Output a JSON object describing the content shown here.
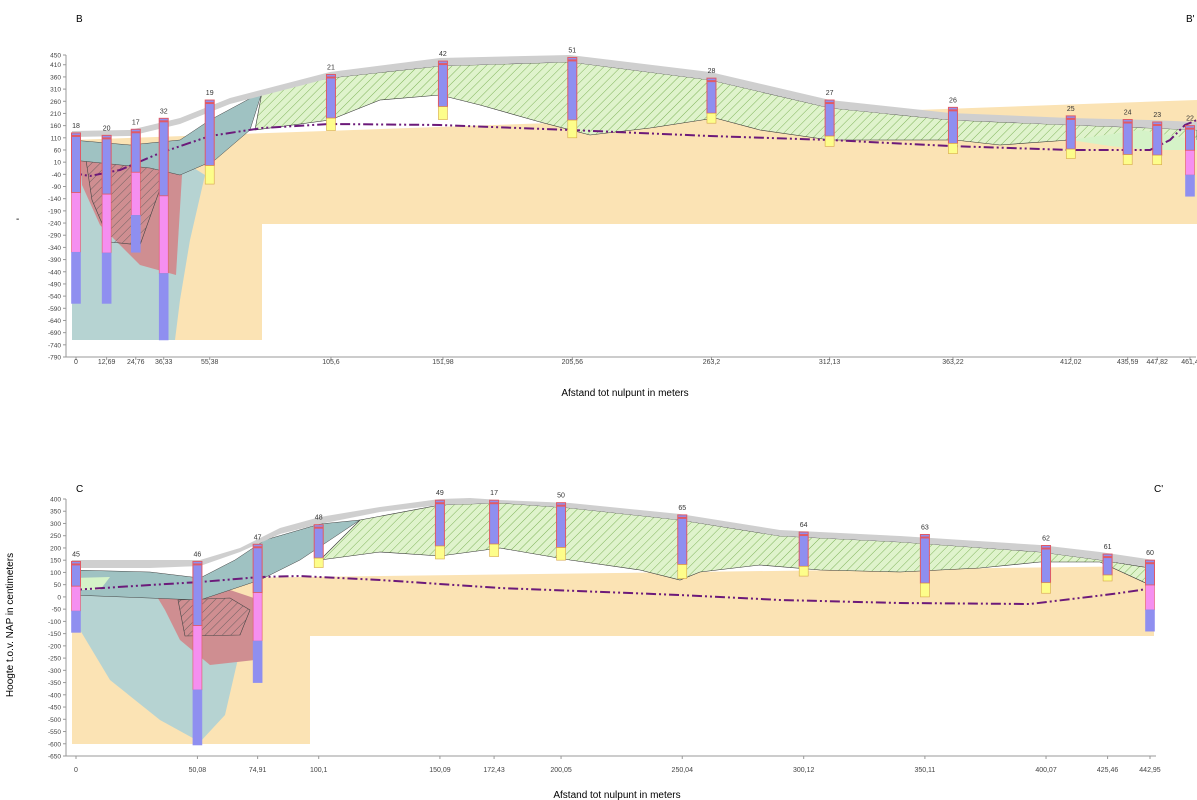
{
  "sectionB": {
    "label_start": "B",
    "label_end": "B'",
    "y_axis_label": "-",
    "x_axis_label": "Afstand tot nulpunt in meters",
    "y_ticks": [
      450,
      410,
      360,
      310,
      260,
      210,
      160,
      110,
      60,
      10,
      -40,
      -90,
      -140,
      -190,
      -240,
      -290,
      -340,
      -390,
      -440,
      -490,
      -540,
      -590,
      -640,
      -690,
      -740,
      -790
    ],
    "x_ticks": [
      "0",
      "12,69",
      "24,76",
      "36,33",
      "55,38",
      "105,6",
      "151,98",
      "205,56",
      "263,2",
      "312,13",
      "363,22",
      "412,02",
      "435,59",
      "447,82",
      "461,4"
    ],
    "boreholes": [
      {
        "id": "18",
        "distance": 0,
        "top": 130,
        "bottom": -570
      },
      {
        "id": "20",
        "distance": 12.69,
        "top": 120,
        "bottom": -570
      },
      {
        "id": "17",
        "distance": 24.76,
        "top": 145,
        "bottom": -360
      },
      {
        "id": "32",
        "distance": 36.33,
        "top": 190,
        "bottom": -720
      },
      {
        "id": "19",
        "distance": 55.38,
        "top": 265,
        "bottom": -80
      },
      {
        "id": "21",
        "distance": 105.6,
        "top": 370,
        "bottom": 140
      },
      {
        "id": "42",
        "distance": 151.98,
        "top": 425,
        "bottom": 185
      },
      {
        "id": "51",
        "distance": 205.56,
        "top": 440,
        "bottom": 110
      },
      {
        "id": "28",
        "distance": 263.2,
        "top": 355,
        "bottom": 170
      },
      {
        "id": "27",
        "distance": 312.13,
        "top": 265,
        "bottom": 75
      },
      {
        "id": "26",
        "distance": 363.22,
        "top": 235,
        "bottom": 45
      },
      {
        "id": "25",
        "distance": 412.02,
        "top": 200,
        "bottom": 25
      },
      {
        "id": "24",
        "distance": 435.59,
        "top": 185,
        "bottom": 0
      },
      {
        "id": "23",
        "distance": 447.82,
        "top": 175,
        "bottom": 0
      },
      {
        "id": "22",
        "distance": 461.4,
        "top": 160,
        "bottom": -130
      }
    ]
  },
  "sectionC": {
    "label_start": "C",
    "label_end": "C'",
    "y_axis_label": "Hoogte t.o.v. NAP in centimeters",
    "x_axis_label": "Afstand tot nulpunt in meters",
    "y_ticks": [
      400,
      350,
      300,
      250,
      200,
      150,
      100,
      50,
      0,
      -50,
      -100,
      -150,
      -200,
      -250,
      -300,
      -350,
      -400,
      -450,
      -500,
      -550,
      -600,
      -650
    ],
    "x_ticks": [
      "0",
      "50,08",
      "74,91",
      "100,1",
      "150,09",
      "172,43",
      "200,05",
      "250,04",
      "300,12",
      "350,11",
      "400,07",
      "425,46",
      "442,95"
    ],
    "boreholes": [
      {
        "id": "45",
        "distance": 0,
        "top": 145,
        "bottom": -145
      },
      {
        "id": "46",
        "distance": 50.08,
        "top": 145,
        "bottom": -605
      },
      {
        "id": "47",
        "distance": 74.91,
        "top": 215,
        "bottom": -350
      },
      {
        "id": "48",
        "distance": 100.1,
        "top": 295,
        "bottom": 120
      },
      {
        "id": "49",
        "distance": 150.09,
        "top": 395,
        "bottom": 155
      },
      {
        "id": "17",
        "distance": 172.43,
        "top": 395,
        "bottom": 165
      },
      {
        "id": "50",
        "distance": 200.05,
        "top": 385,
        "bottom": 150
      },
      {
        "id": "65",
        "distance": 250.04,
        "top": 335,
        "bottom": 75
      },
      {
        "id": "64",
        "distance": 300.12,
        "top": 265,
        "bottom": 85
      },
      {
        "id": "63",
        "distance": 350.11,
        "top": 255,
        "bottom": 0
      },
      {
        "id": "62",
        "distance": 400.07,
        "top": 210,
        "bottom": 15
      },
      {
        "id": "61",
        "distance": 425.46,
        "top": 175,
        "bottom": 65
      },
      {
        "id": "60",
        "distance": 442.95,
        "top": 150,
        "bottom": -140
      }
    ]
  },
  "colors": {
    "sand": "#fbe3b4",
    "clay": "#b6d3d2",
    "peat": "#cf8e91",
    "loam_hatch": "#8ac46a",
    "topsoil": "#cfcfcf",
    "bore_blue": "#8f8ff0",
    "bore_pink": "#f58ff0",
    "bore_yellow": "#fdfd8a",
    "bore_edge": "#e05a66",
    "water": "#6c1a7a"
  }
}
